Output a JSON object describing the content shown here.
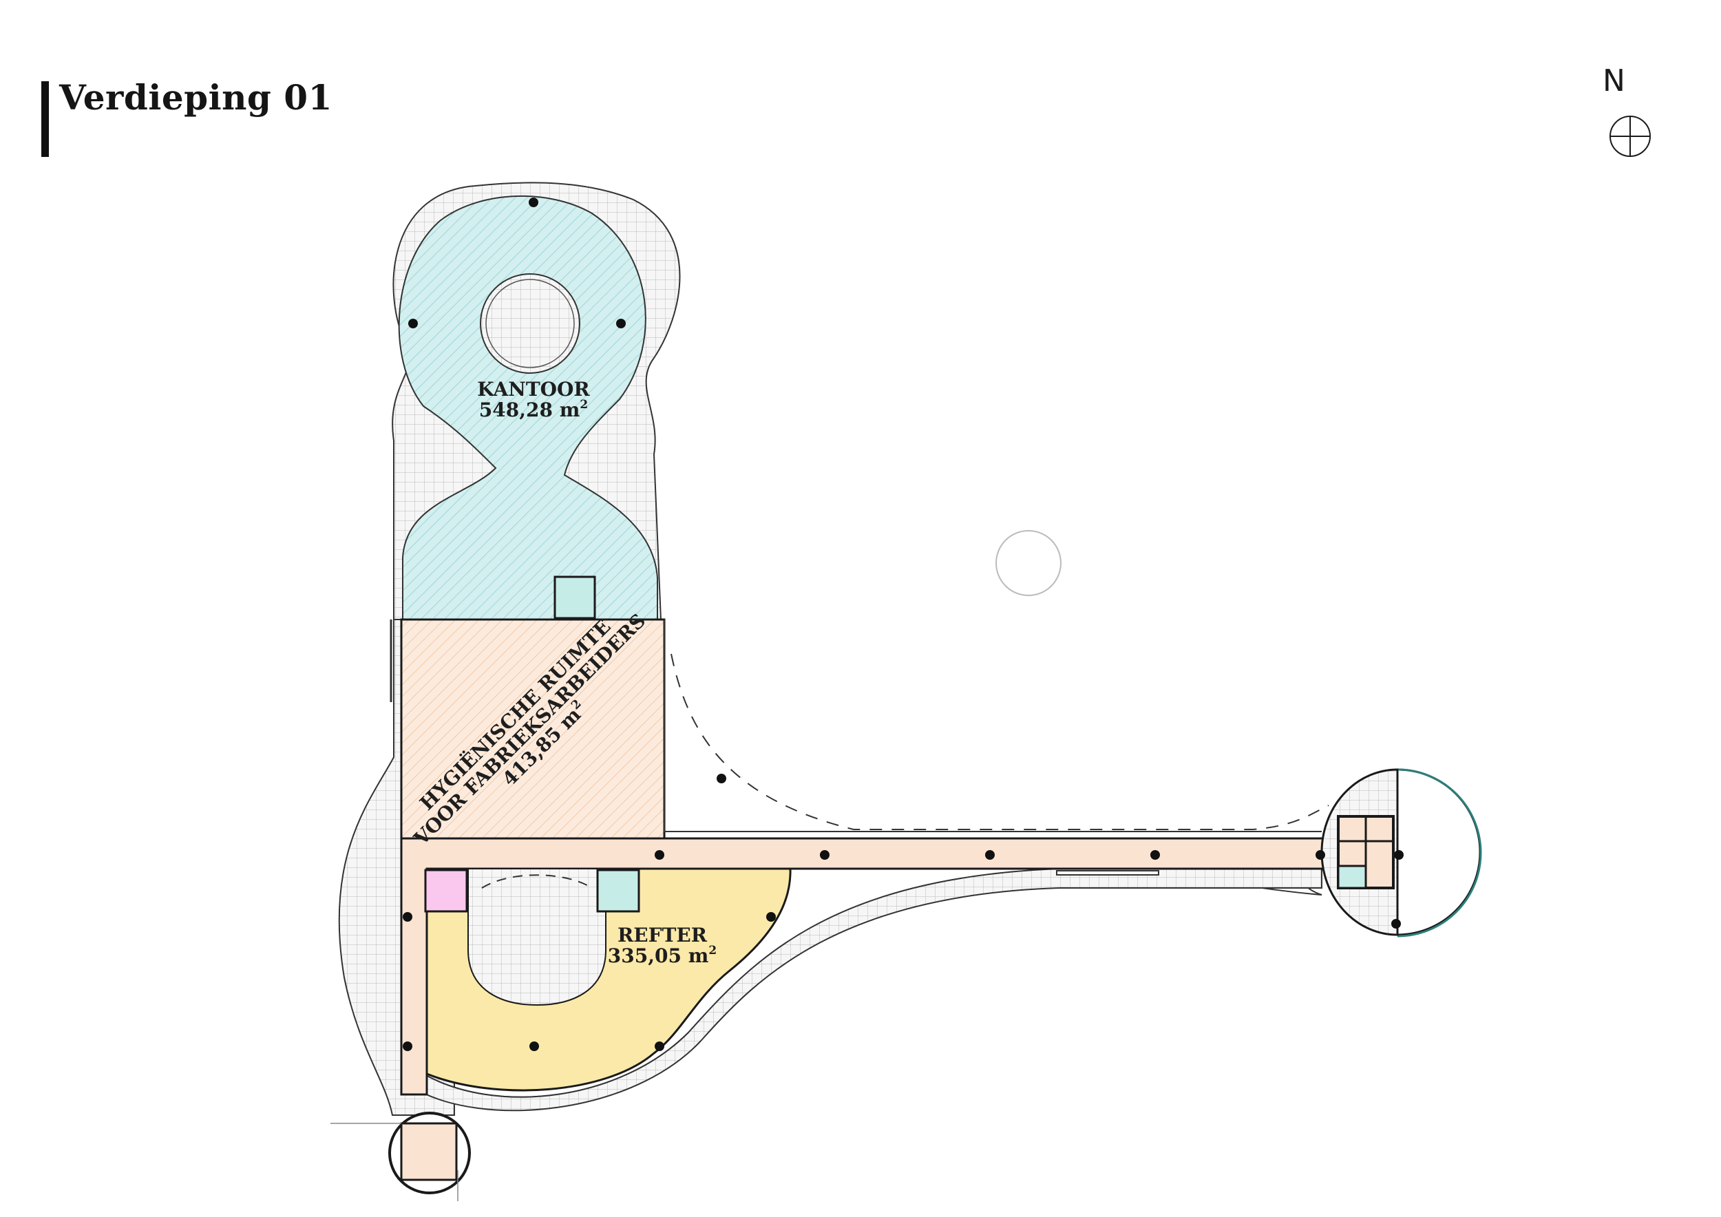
{
  "title": "Verdieping 01",
  "north": "N",
  "rooms": {
    "kantoor": {
      "name": "KANTOOR",
      "area": "548,28 m",
      "sup": "2",
      "color": "#cdeeee"
    },
    "hygiene": {
      "line1": "HYGIËNISCHE RUIMTE",
      "line2": "VOOR FABRIEKSARBEIDERS",
      "area": "413,85 m",
      "sup": "2",
      "color": "#fbe6d6"
    },
    "refter": {
      "name": "REFTER",
      "area": "335,05 m",
      "sup": "2",
      "color": "#fbe9a9"
    }
  },
  "colors": {
    "corridor": "#fbe3d2",
    "grid_floor": "#f3f3f3",
    "magenta_block": "#fac8ef",
    "cyan_block": "#c6ece8",
    "stroke": "#1a1a1a"
  }
}
